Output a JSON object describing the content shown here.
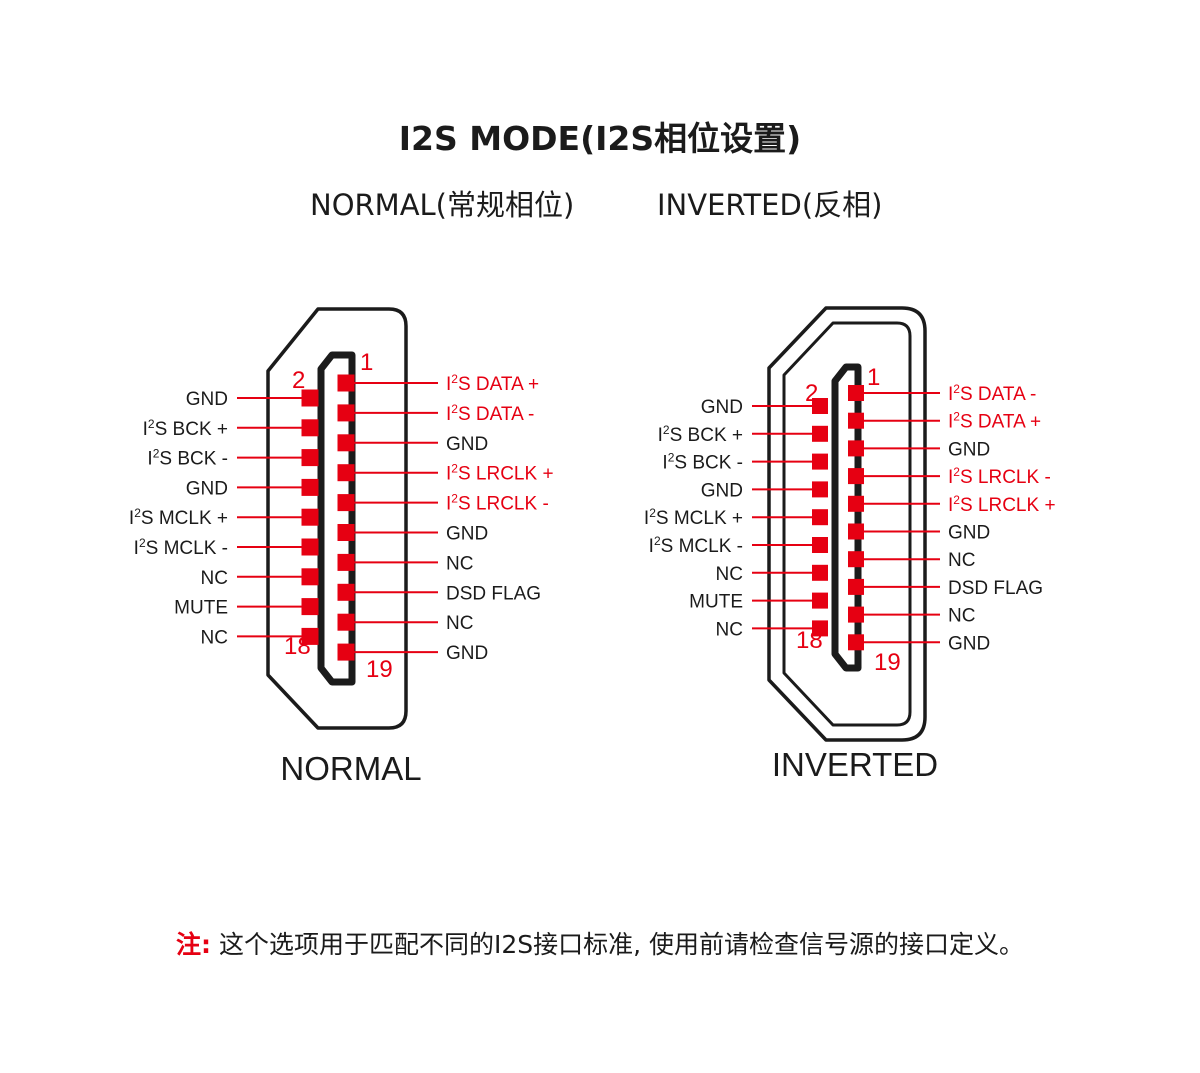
{
  "title": "I2S MODE(I2S相位设置)",
  "subtitle_normal": "NORMAL(常规相位)",
  "subtitle_inverted": "INVERTED(反相)",
  "colors": {
    "accent": "#e60012",
    "ink": "#1b1b1b"
  },
  "connectors": [
    {
      "id": "normal",
      "caption": "NORMAL",
      "pin_top": "1",
      "pin_top_left": "2",
      "pin_bottom_left": "18",
      "pin_bottom": "19",
      "left_labels": [
        {
          "text": "GND",
          "red": false
        },
        {
          "text": "I²S BCK +",
          "red": false
        },
        {
          "text": "I²S BCK -",
          "red": false
        },
        {
          "text": "GND",
          "red": false
        },
        {
          "text": "I²S MCLK +",
          "red": false
        },
        {
          "text": "I²S MCLK -",
          "red": false
        },
        {
          "text": "NC",
          "red": false
        },
        {
          "text": "MUTE",
          "red": false
        },
        {
          "text": "NC",
          "red": false
        }
      ],
      "right_labels": [
        {
          "text": "I²S DATA +",
          "red": true
        },
        {
          "text": "I²S DATA -",
          "red": true
        },
        {
          "text": "GND",
          "red": false
        },
        {
          "text": "I²S LRCLK +",
          "red": true
        },
        {
          "text": "I²S LRCLK -",
          "red": true
        },
        {
          "text": "GND",
          "red": false
        },
        {
          "text": "NC",
          "red": false
        },
        {
          "text": "DSD FLAG",
          "red": false
        },
        {
          "text": "NC",
          "red": false
        },
        {
          "text": "GND",
          "red": false
        }
      ]
    },
    {
      "id": "inverted",
      "caption": "INVERTED",
      "pin_top": "1",
      "pin_top_left": "2",
      "pin_bottom_left": "18",
      "pin_bottom": "19",
      "left_labels": [
        {
          "text": "GND",
          "red": false
        },
        {
          "text": "I²S BCK +",
          "red": false
        },
        {
          "text": "I²S BCK -",
          "red": false
        },
        {
          "text": "GND",
          "red": false
        },
        {
          "text": "I²S MCLK +",
          "red": false
        },
        {
          "text": "I²S MCLK -",
          "red": false
        },
        {
          "text": "NC",
          "red": false
        },
        {
          "text": "MUTE",
          "red": false
        },
        {
          "text": "NC",
          "red": false
        }
      ],
      "right_labels": [
        {
          "text": "I²S DATA -",
          "red": true
        },
        {
          "text": "I²S DATA +",
          "red": true
        },
        {
          "text": "GND",
          "red": false
        },
        {
          "text": "I²S LRCLK -",
          "red": true
        },
        {
          "text": "I²S LRCLK +",
          "red": true
        },
        {
          "text": "GND",
          "red": false
        },
        {
          "text": "NC",
          "red": false
        },
        {
          "text": "DSD FLAG",
          "red": false
        },
        {
          "text": "NC",
          "red": false
        },
        {
          "text": "GND",
          "red": false
        }
      ]
    }
  ],
  "note": {
    "label": "注:",
    "text": " 这个选项用于匹配不同的I2S接口标准, 使用前请检查信号源的接口定义。"
  }
}
